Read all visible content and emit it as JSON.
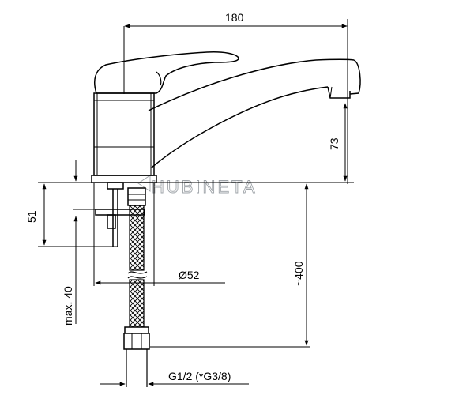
{
  "watermark": "HUBINETA",
  "dimensions": {
    "width_top": "180",
    "spout_height": "73",
    "body_thickness": "51",
    "max_mount": "max. 40",
    "hose_length": "~400",
    "body_diameter": "Ø52",
    "thread": "G1/2 (*G3/8)"
  },
  "colors": {
    "line": "#000000",
    "watermark": "#9ea3a8"
  }
}
